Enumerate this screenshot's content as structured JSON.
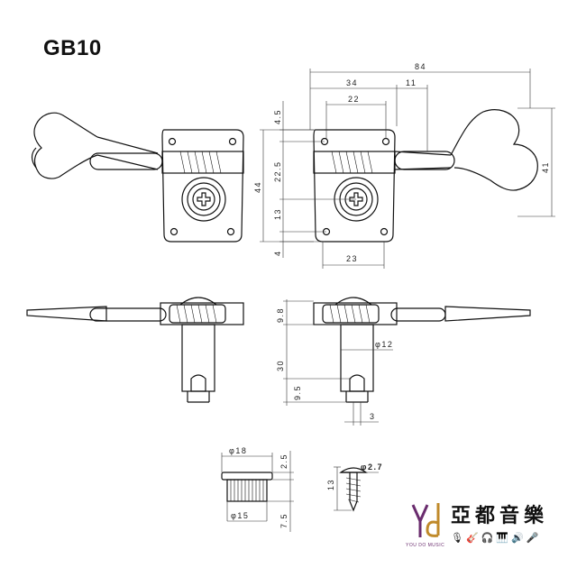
{
  "title": "GB10",
  "dimensions": {
    "top_width": "84",
    "top_34": "34",
    "top_11": "11",
    "top_22": "22",
    "plate_23": "23",
    "height_41": "41",
    "left_4_5": "4.5",
    "left_22_5": "22.5",
    "left_13": "13",
    "left_4": "4",
    "left_44": "44",
    "side_9_8": "9.8",
    "side_30": "30",
    "side_9_5": "9.5",
    "side_phi12": "φ12",
    "side_3": "3",
    "bush_phi18": "φ18",
    "bush_phi15": "φ15",
    "bush_2_5": "2.5",
    "bush_7_5": "7.5",
    "screw_phi": "φ2.7",
    "screw_13": "13"
  },
  "brand": {
    "logo_icon": "yd-logo-icon",
    "name": "亞都音樂",
    "sub": "YOU DO MUSIC",
    "icons": [
      "microphone-icon",
      "guitar-icon",
      "headphones-icon",
      "piano-icon",
      "speaker-icon",
      "mic-stand-icon"
    ]
  }
}
